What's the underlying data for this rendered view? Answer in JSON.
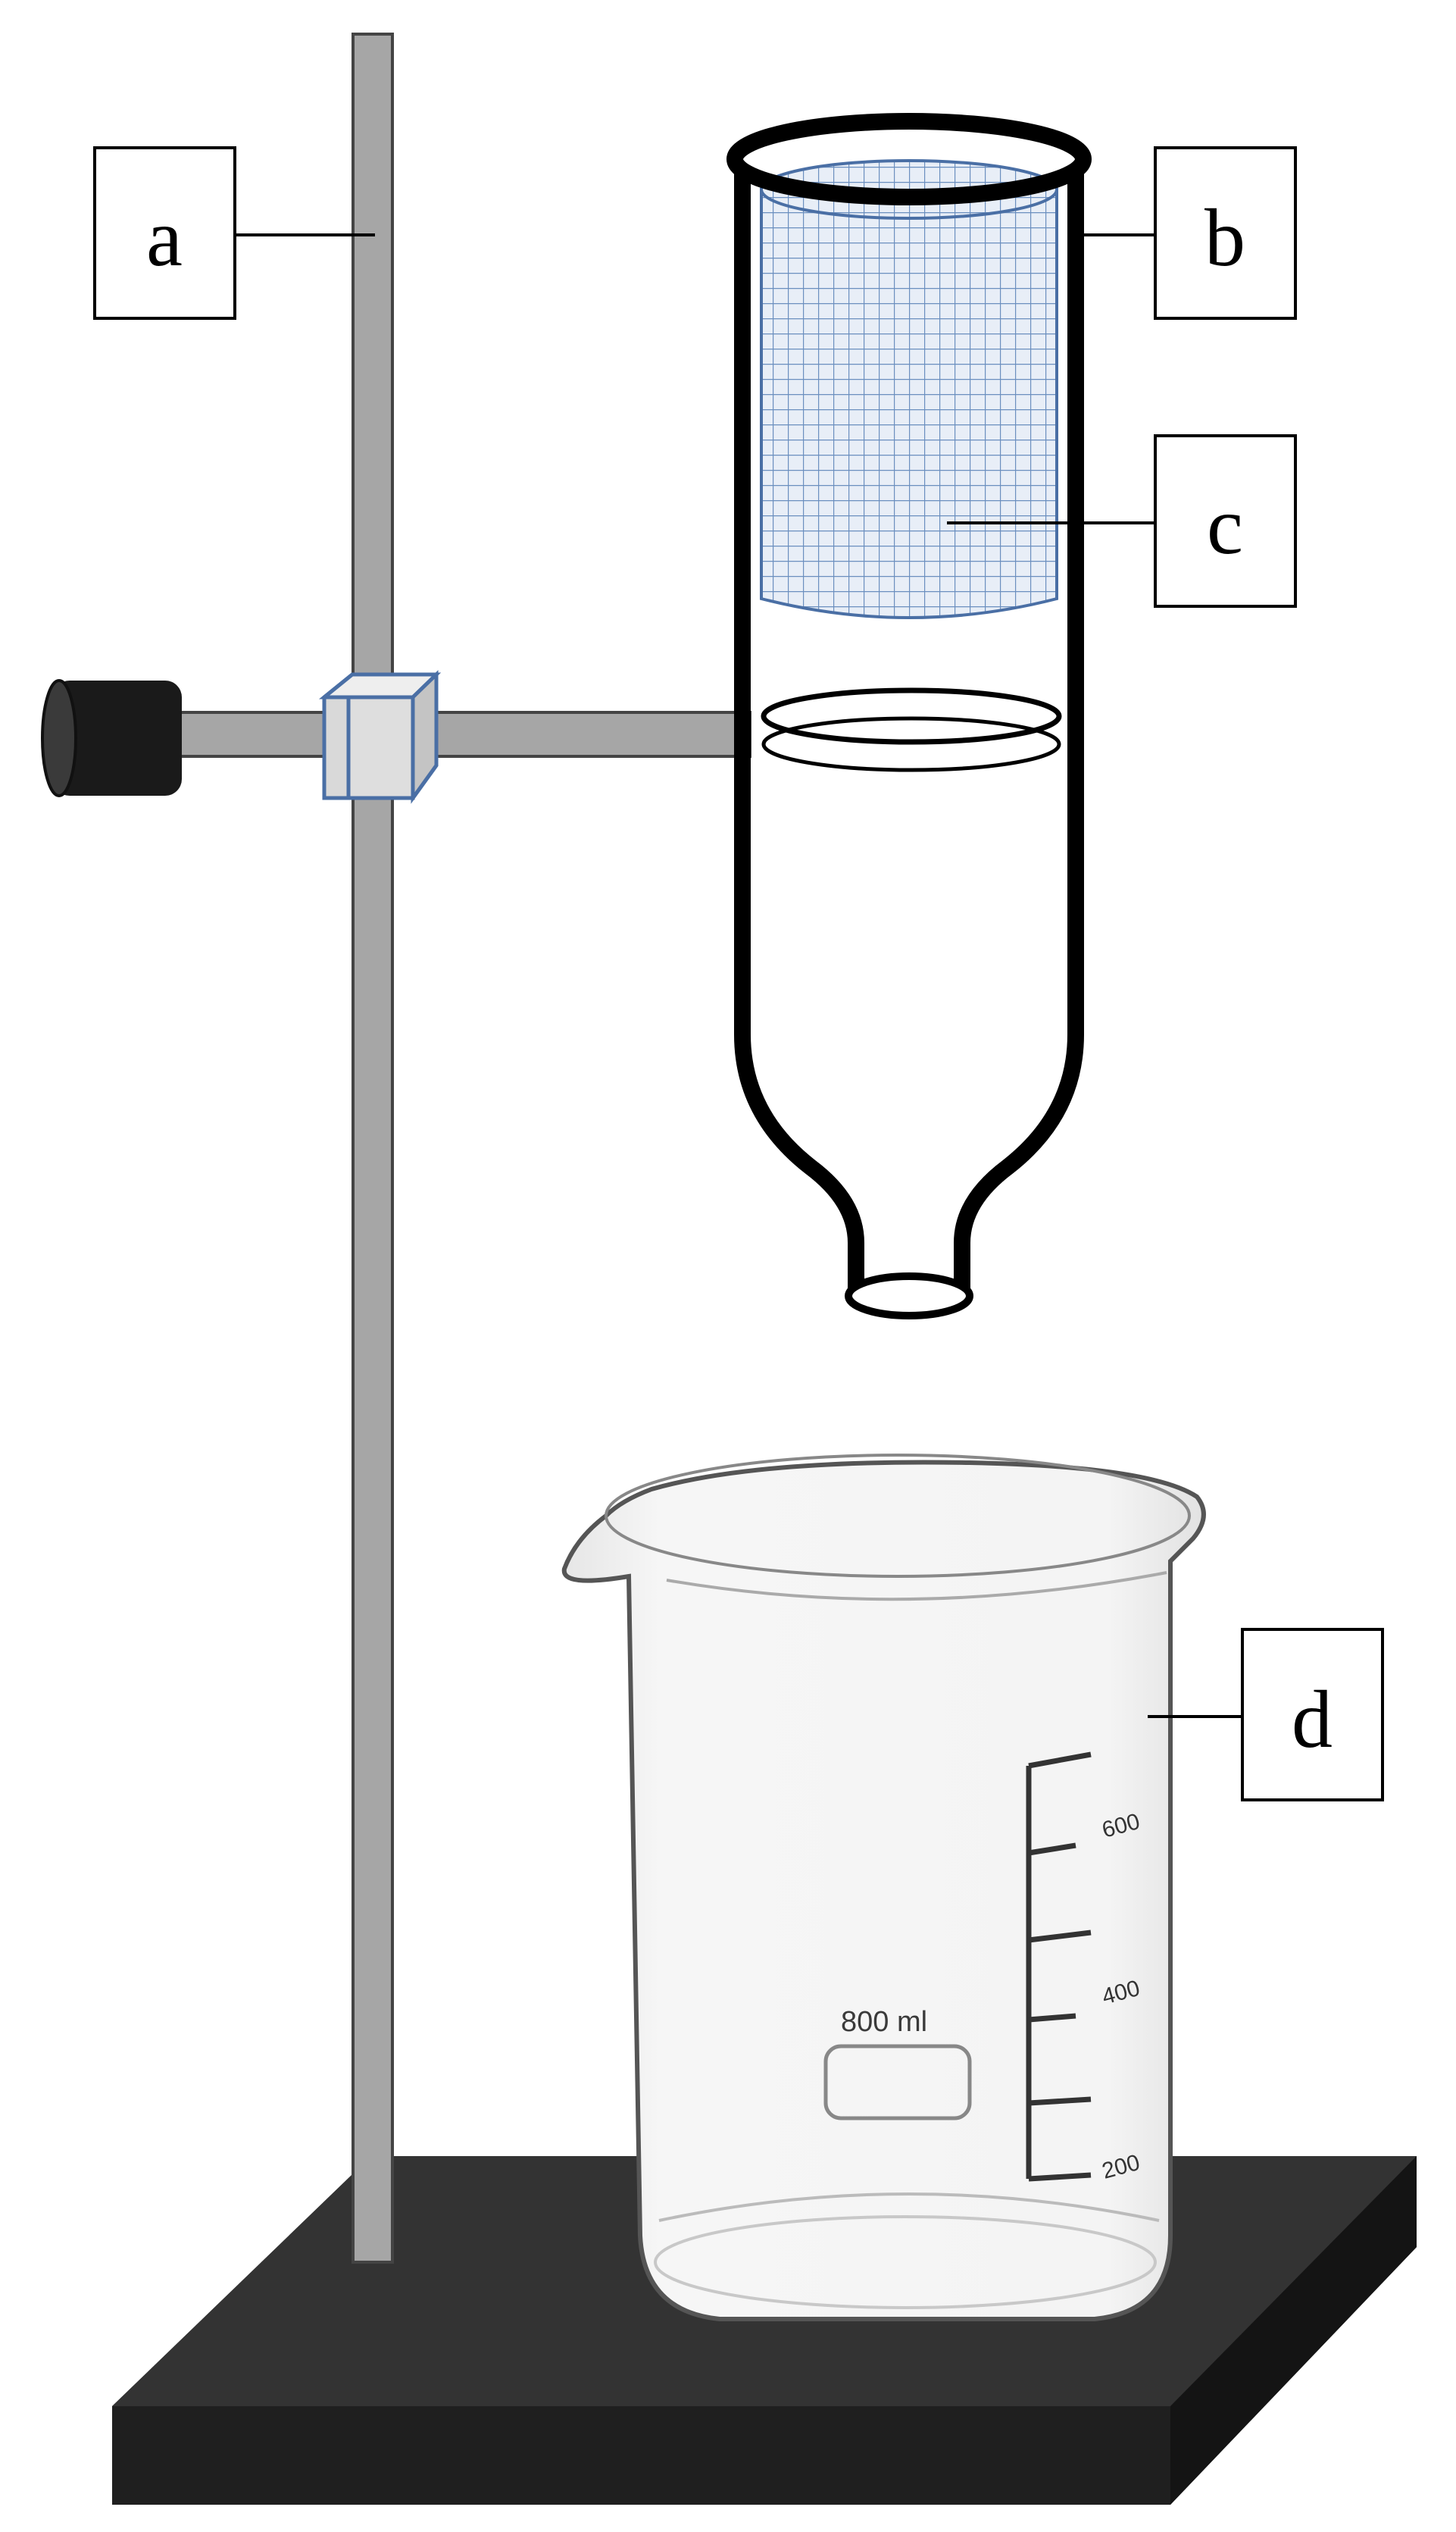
{
  "diagram": {
    "labels": [
      {
        "id": "a",
        "text": "a"
      },
      {
        "id": "b",
        "text": "b"
      },
      {
        "id": "c",
        "text": "c"
      },
      {
        "id": "d",
        "text": "d"
      }
    ],
    "beaker": {
      "capacity_text": "800 ml",
      "graduations": [
        "600",
        "400",
        "200"
      ]
    },
    "colors": {
      "rod": "#a6a6a6",
      "base": "#262626",
      "knob": "#1a1a1a",
      "mesh": "#6b8fbf",
      "clamp": "#d9d9d9",
      "column_outline": "#000000"
    }
  }
}
